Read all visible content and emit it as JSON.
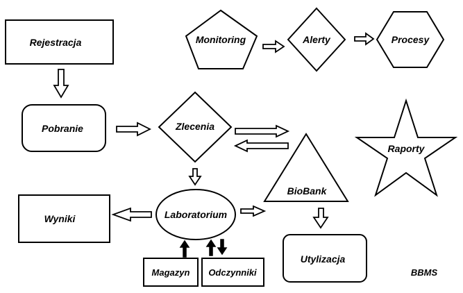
{
  "nodes": {
    "rejestracja": "Rejestracja",
    "monitoring": "Monitoring",
    "alerty": "Alerty",
    "procesy": "Procesy",
    "pobranie": "Pobranie",
    "zlecenia": "Zlecenia",
    "biobank": "BioBank",
    "raporty": "Raporty",
    "wyniki": "Wyniki",
    "laboratorium": "Laboratorium",
    "utylizacja": "Utylizacja",
    "magazyn": "Magazyn",
    "odczynniki": "Odczynniki"
  },
  "footer_label": "BBMS"
}
